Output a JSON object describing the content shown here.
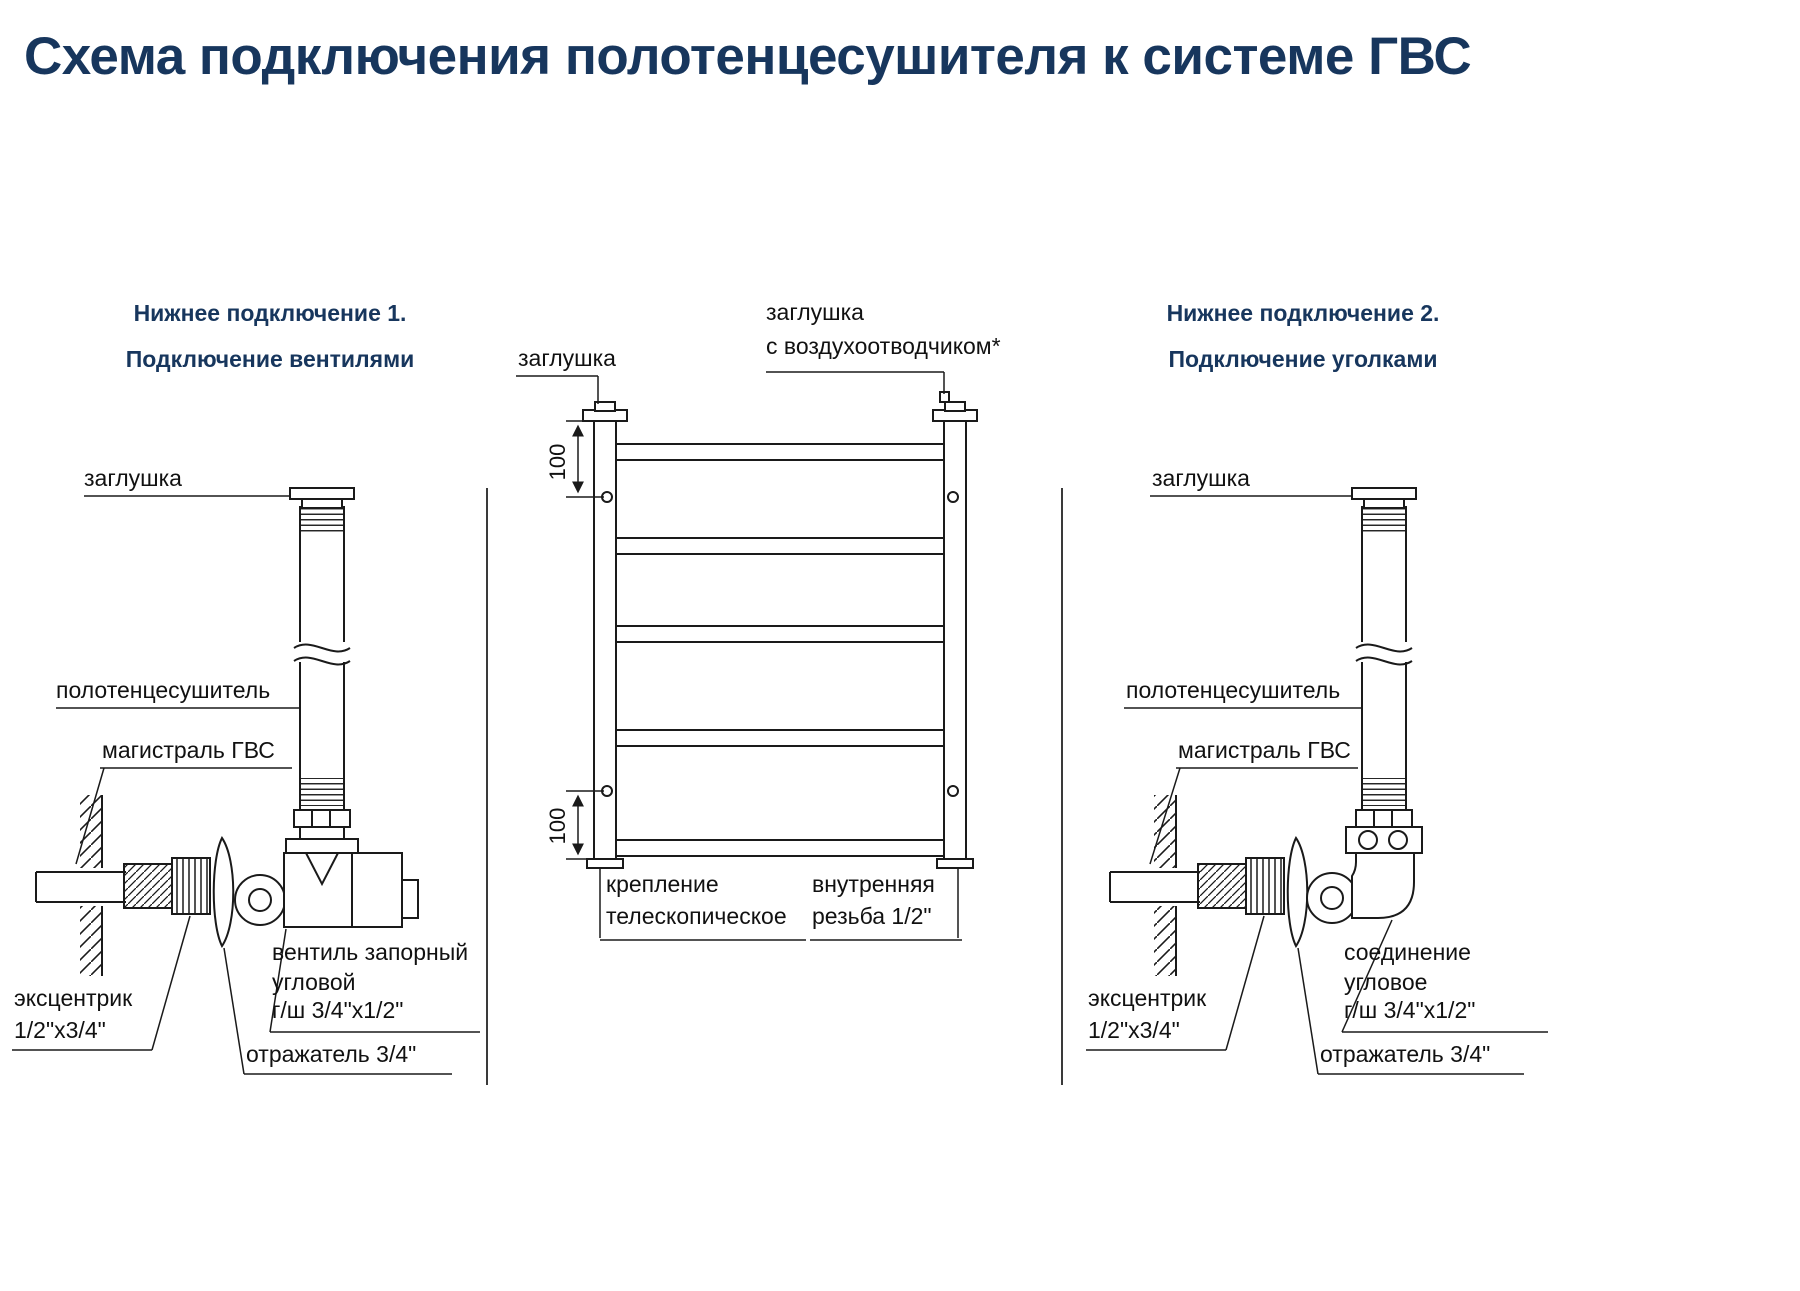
{
  "title": "Схема подключения полотенцесушителя к системе ГВС",
  "colors": {
    "accent": "#17365d",
    "line": "#1a1a1a"
  },
  "left": {
    "header1": "Нижнее подключение 1.",
    "header2": "Подключение вентилями",
    "plug": "заглушка",
    "towel_rail": "полотенцесушитель",
    "hws_main": "магистраль ГВС",
    "eccentric_line1": "эксцентрик",
    "eccentric_line2": "1/2\"х3/4\"",
    "valve_line1": "вентиль запорный",
    "valve_line2": "угловой",
    "valve_line3": "г/ш 3/4\"х1/2\"",
    "reflector": "отражатель 3/4\""
  },
  "center": {
    "plug": "заглушка",
    "vent_plug_line1": "заглушка",
    "vent_plug_line2": "с воздухоотводчиком*",
    "dim_top": "100",
    "dim_bottom": "100",
    "mount_line1": "крепление",
    "mount_line2": "телескопическое",
    "thread_line1": "внутренняя",
    "thread_line2": "резьба 1/2\""
  },
  "right": {
    "header1": "Нижнее подключение 2.",
    "header2": "Подключение уголками",
    "plug": "заглушка",
    "towel_rail": "полотенцесушитель",
    "hws_main": "магистраль ГВС",
    "eccentric_line1": "эксцентрик",
    "eccentric_line2": "1/2\"х3/4\"",
    "joint_line1": "соединение",
    "joint_line2": "угловое",
    "joint_line3": "г/ш 3/4\"х1/2\"",
    "reflector": "отражатель 3/4\""
  }
}
